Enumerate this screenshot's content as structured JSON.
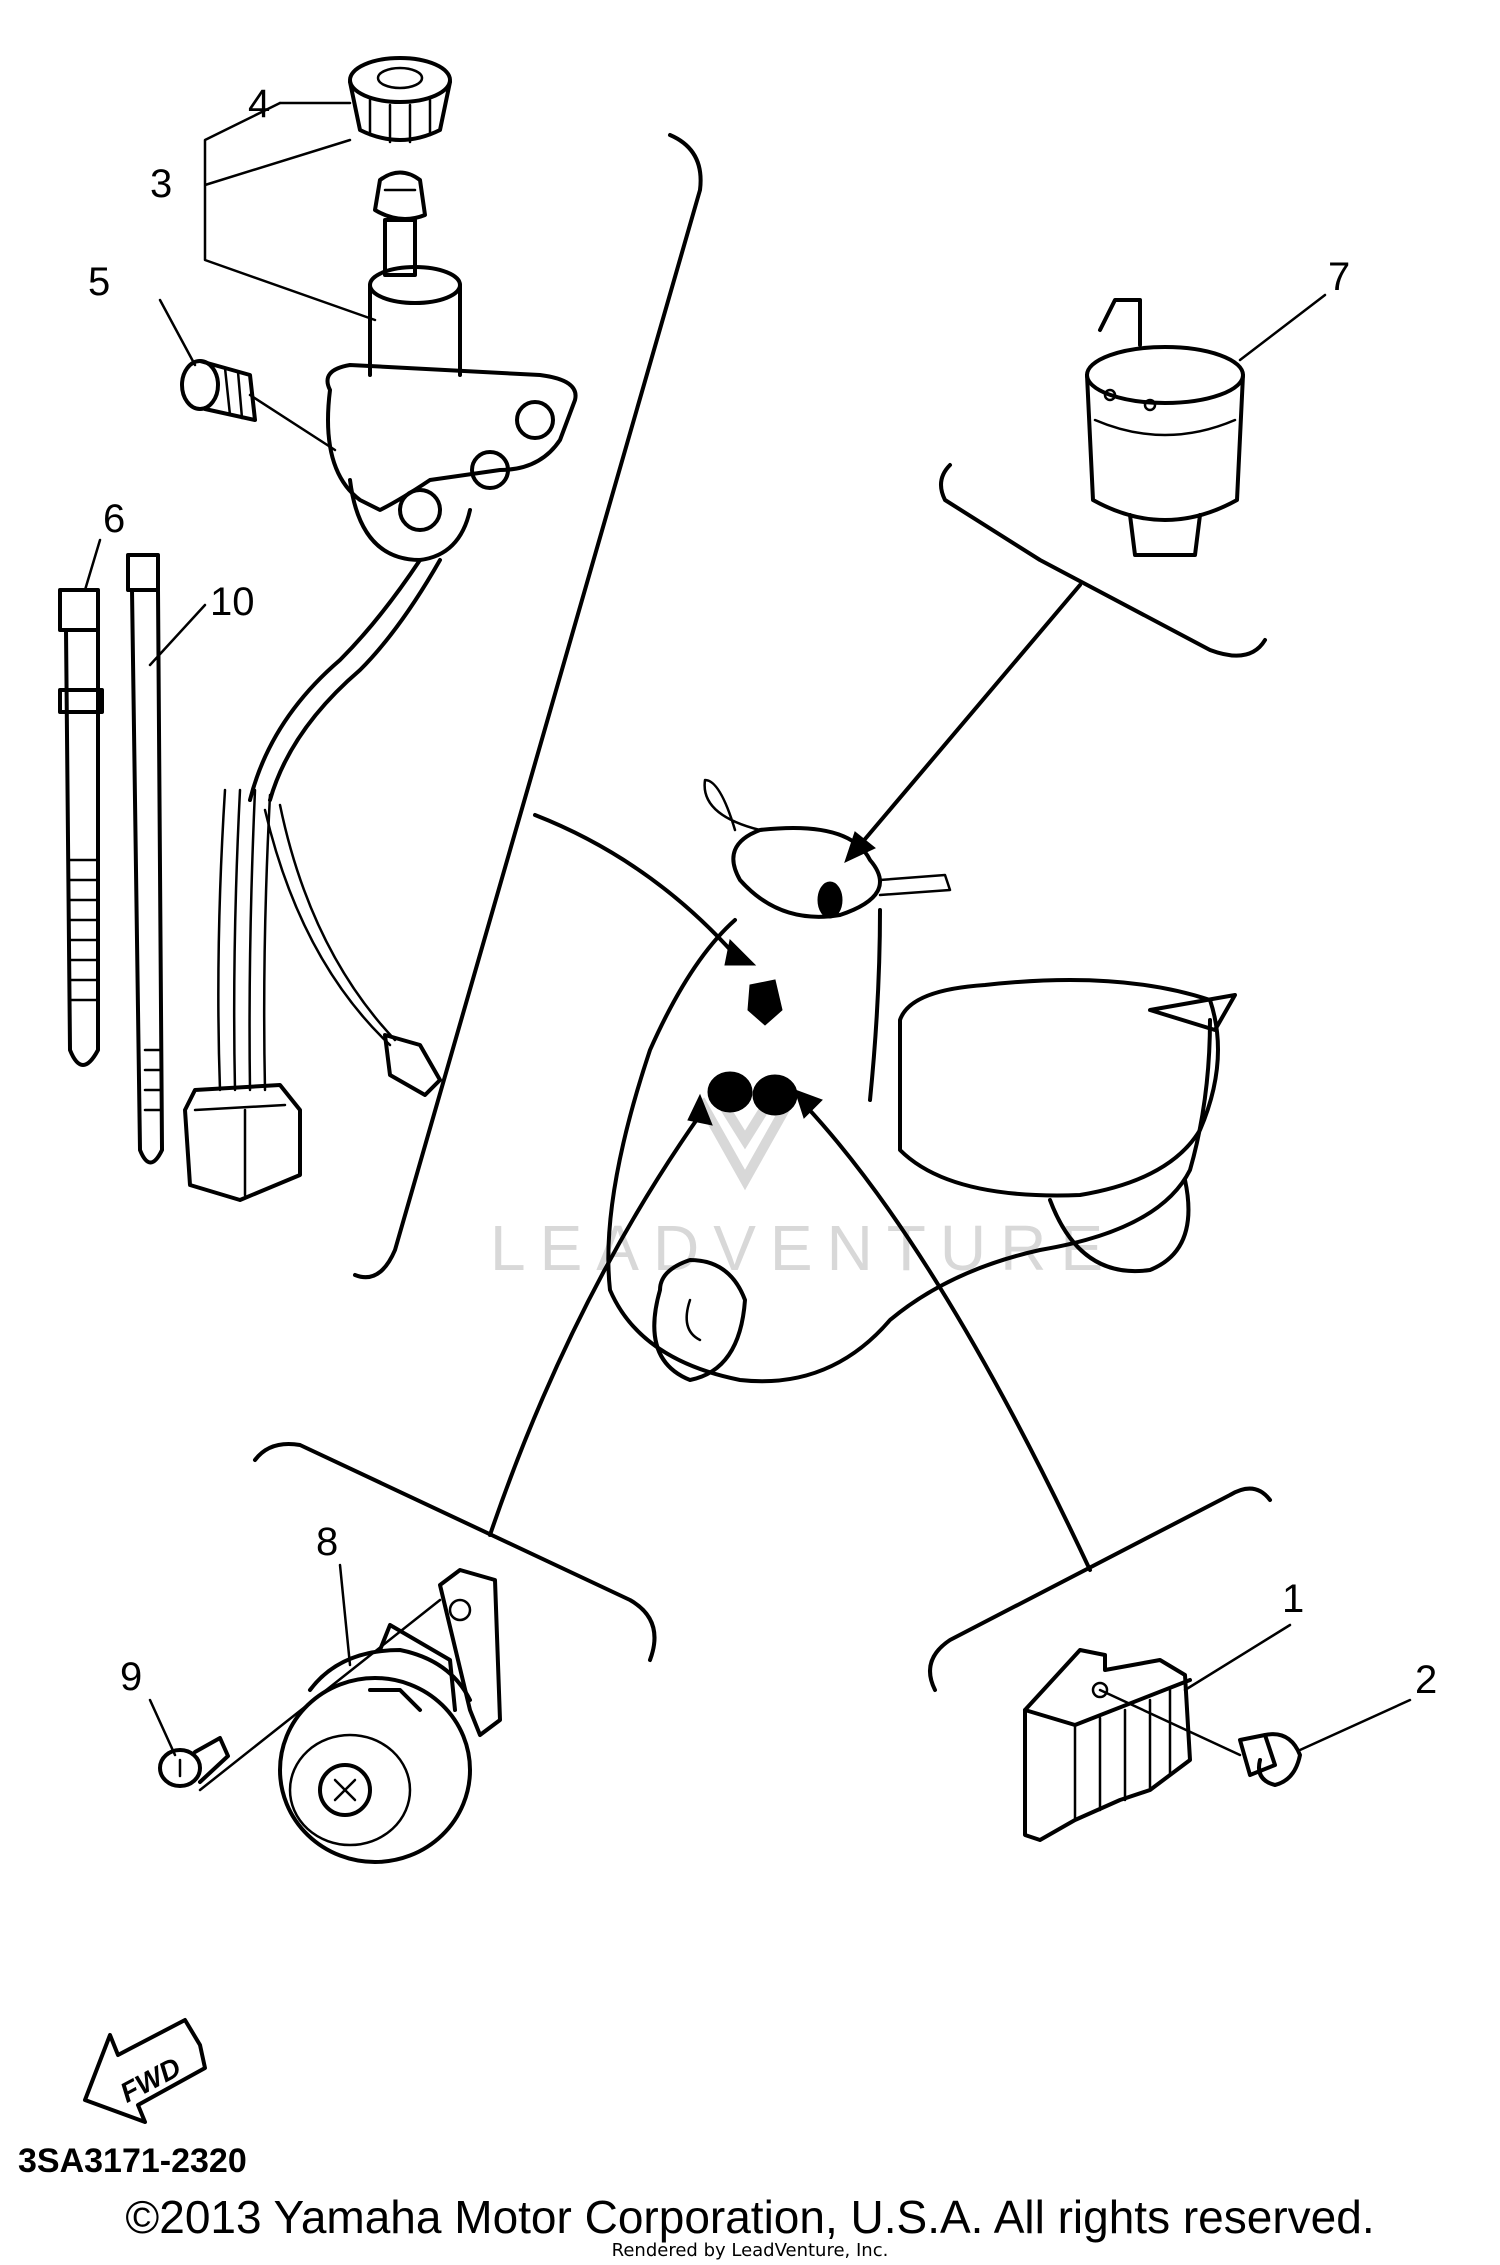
{
  "callouts": [
    {
      "id": "1",
      "text": "1"
    },
    {
      "id": "2",
      "text": "2"
    },
    {
      "id": "3",
      "text": "3"
    },
    {
      "id": "4",
      "text": "4"
    },
    {
      "id": "5",
      "text": "5"
    },
    {
      "id": "6",
      "text": "6"
    },
    {
      "id": "7",
      "text": "7"
    },
    {
      "id": "8",
      "text": "8"
    },
    {
      "id": "9",
      "text": "9"
    },
    {
      "id": "10",
      "text": "10"
    }
  ],
  "direction_arrow": {
    "text": "FWD"
  },
  "watermark": {
    "text": "LEADVENTURE"
  },
  "diagram_code": "3SA3171-2320",
  "copyright": "©2013 Yamaha Motor Corporation, U.S.A. All rights reserved.",
  "rendered_by": "Rendered by LeadVenture, Inc.",
  "colors": {
    "ink": "#000000",
    "background": "#ffffff",
    "watermark": "#d8d8d8"
  }
}
